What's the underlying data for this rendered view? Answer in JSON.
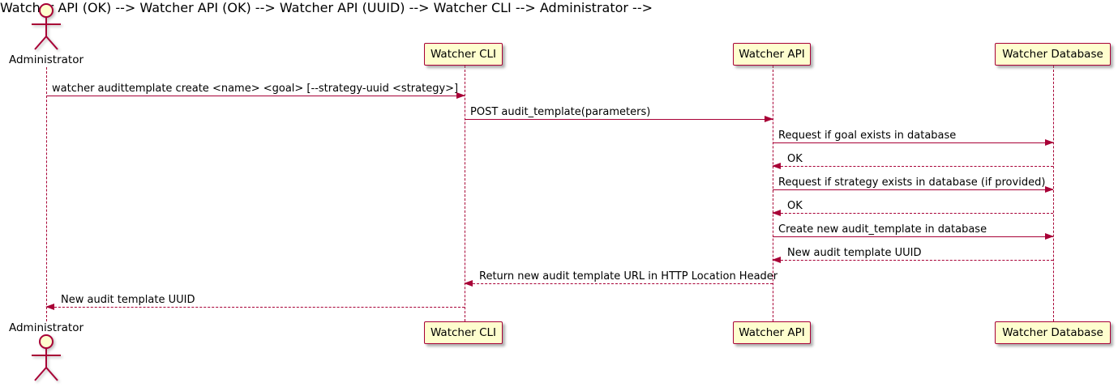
{
  "diagram": {
    "type": "uml-sequence-diagram",
    "colors": {
      "line_and_border": "#A80036",
      "participant_fill": "#FEFECE",
      "text": "#000000",
      "background": "#FFFFFF"
    },
    "actors": [
      {
        "name": "Administrator"
      }
    ],
    "participants": [
      {
        "label": "Watcher CLI"
      },
      {
        "label": "Watcher API"
      },
      {
        "label": "Watcher Database"
      }
    ],
    "messages": [
      {
        "from": "Administrator",
        "to": "Watcher CLI",
        "style": "solid",
        "label": "watcher audittemplate create <name> <goal> [--strategy-uuid <strategy>]"
      },
      {
        "from": "Watcher CLI",
        "to": "Watcher API",
        "style": "solid",
        "label": "POST audit_template(parameters)"
      },
      {
        "from": "Watcher API",
        "to": "Watcher Database",
        "style": "solid",
        "label": "Request if goal exists in database"
      },
      {
        "from": "Watcher Database",
        "to": "Watcher API",
        "style": "dashed",
        "label": "OK"
      },
      {
        "from": "Watcher API",
        "to": "Watcher Database",
        "style": "solid",
        "label": "Request if strategy exists in database (if provided)"
      },
      {
        "from": "Watcher Database",
        "to": "Watcher API",
        "style": "dashed",
        "label": "OK"
      },
      {
        "from": "Watcher API",
        "to": "Watcher Database",
        "style": "solid",
        "label": "Create new audit_template in database"
      },
      {
        "from": "Watcher Database",
        "to": "Watcher API",
        "style": "dashed",
        "label": "New audit template UUID"
      },
      {
        "from": "Watcher API",
        "to": "Watcher CLI",
        "style": "dashed",
        "label": "Return new audit template URL in HTTP Location Header"
      },
      {
        "from": "Watcher CLI",
        "to": "Administrator",
        "style": "dashed",
        "label": "New audit template UUID"
      }
    ]
  }
}
